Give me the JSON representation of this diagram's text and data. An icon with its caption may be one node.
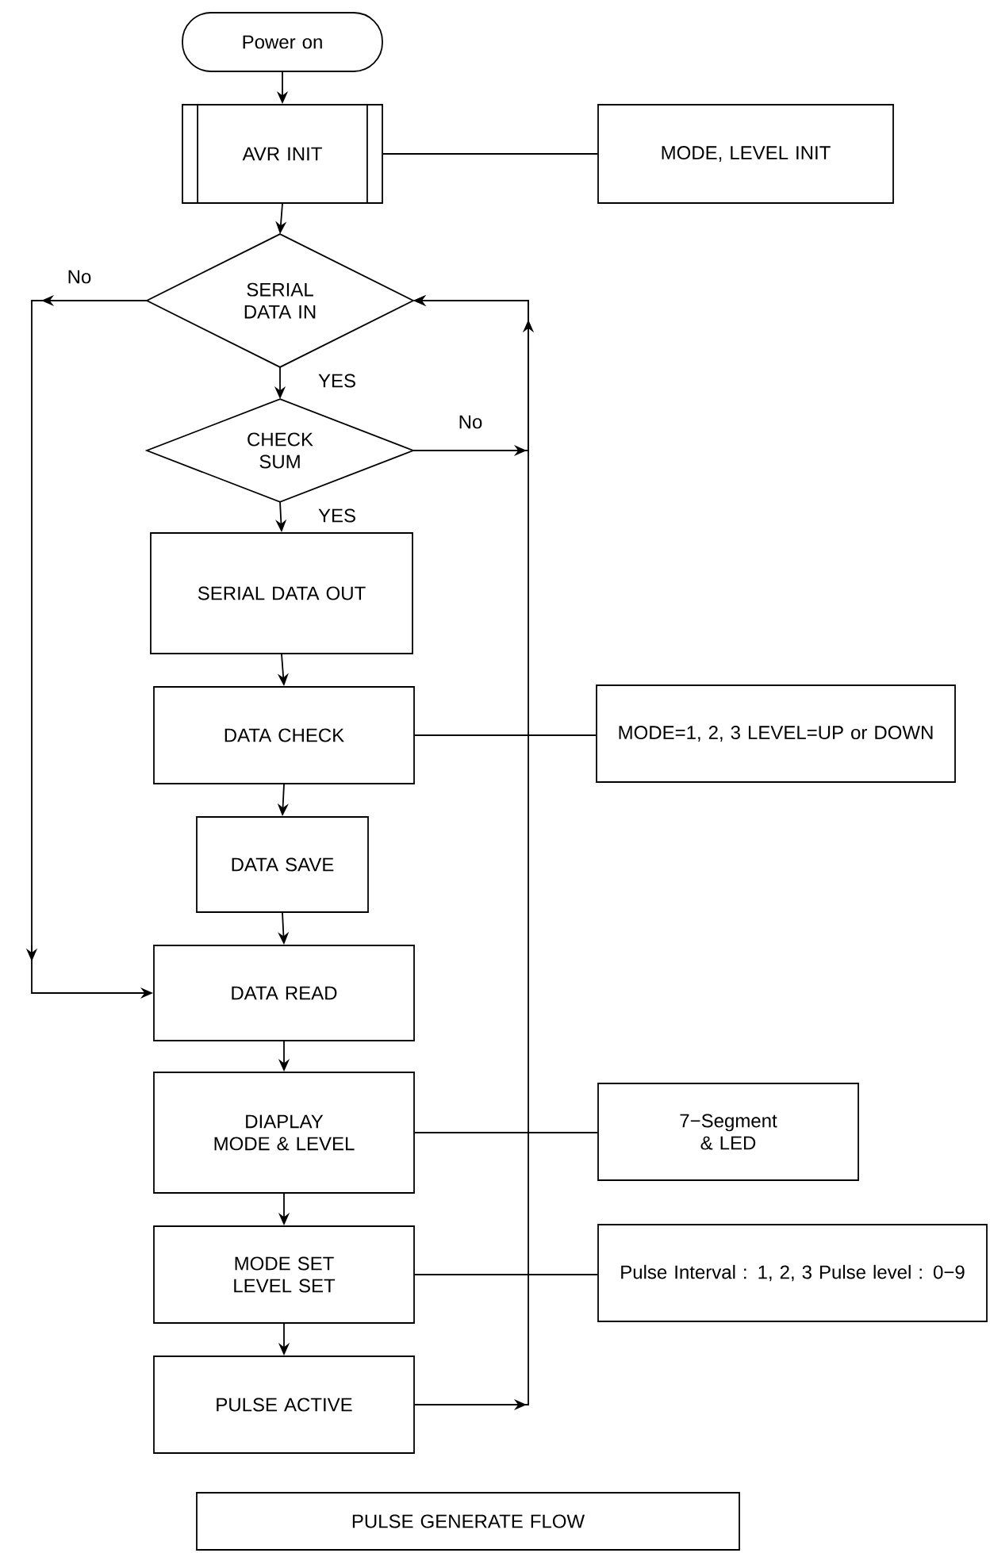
{
  "diagram": {
    "nodes": [
      {
        "text": [
          "Power on"
        ]
      },
      {
        "text": [
          "AVR INIT"
        ]
      },
      {
        "text": [
          "MODE, LEVEL INIT"
        ]
      },
      {
        "text": [
          "SERIAL DATA IN"
        ]
      },
      {
        "text": [
          "CHECK SUM"
        ]
      },
      {
        "text": [
          "SERIAL DATA OUT"
        ]
      },
      {
        "text": [
          "DATA CHECK"
        ]
      },
      {
        "text": [
          "MODE=1, 2, 3 LEVEL=UP or DOWN"
        ]
      },
      {
        "text": [
          "DATA SAVE"
        ]
      },
      {
        "text": [
          "DATA READ"
        ]
      },
      {
        "text": [
          "DIAPLAY MODE & LEVEL"
        ]
      },
      {
        "text": [
          "7−Segment & LED"
        ]
      },
      {
        "text": [
          "MODE SET LEVEL SET"
        ]
      },
      {
        "text": [
          "Pulse Interval : 1, 2, 3 Pulse level : 0−9"
        ]
      },
      {
        "text": [
          "PULSE ACTIVE"
        ]
      },
      {
        "text": [
          "PULSE GENERATE FLOW"
        ]
      }
    ],
    "edges": [
      {
        "from": 0,
        "to": 1,
        "arrow": "to"
      },
      {
        "from": 1,
        "to": 2,
        "arrow": "none"
      },
      {
        "from": 1,
        "to": 3,
        "arrow": "to"
      },
      {
        "from": 3,
        "to": 4,
        "arrow": "to",
        "label": "YES"
      },
      {
        "from": 3,
        "to": 9,
        "arrow": "to",
        "label": "No"
      },
      {
        "from": 4,
        "to": 5,
        "arrow": "to",
        "label": "YES"
      },
      {
        "from": 4,
        "to": 3,
        "arrow": "to",
        "label": "No"
      },
      {
        "from": 5,
        "to": 6,
        "arrow": "to"
      },
      {
        "from": 6,
        "to": 7,
        "arrow": "none"
      },
      {
        "from": 6,
        "to": 8,
        "arrow": "to"
      },
      {
        "from": 8,
        "to": 9,
        "arrow": "to"
      },
      {
        "from": 9,
        "to": 10,
        "arrow": "to"
      },
      {
        "from": 10,
        "to": 11,
        "arrow": "none"
      },
      {
        "from": 10,
        "to": 12,
        "arrow": "to"
      },
      {
        "from": 12,
        "to": 13,
        "arrow": "none"
      },
      {
        "from": 12,
        "to": 14,
        "arrow": "to"
      },
      {
        "from": 14,
        "to": 3,
        "arrow": "to"
      }
    ]
  }
}
